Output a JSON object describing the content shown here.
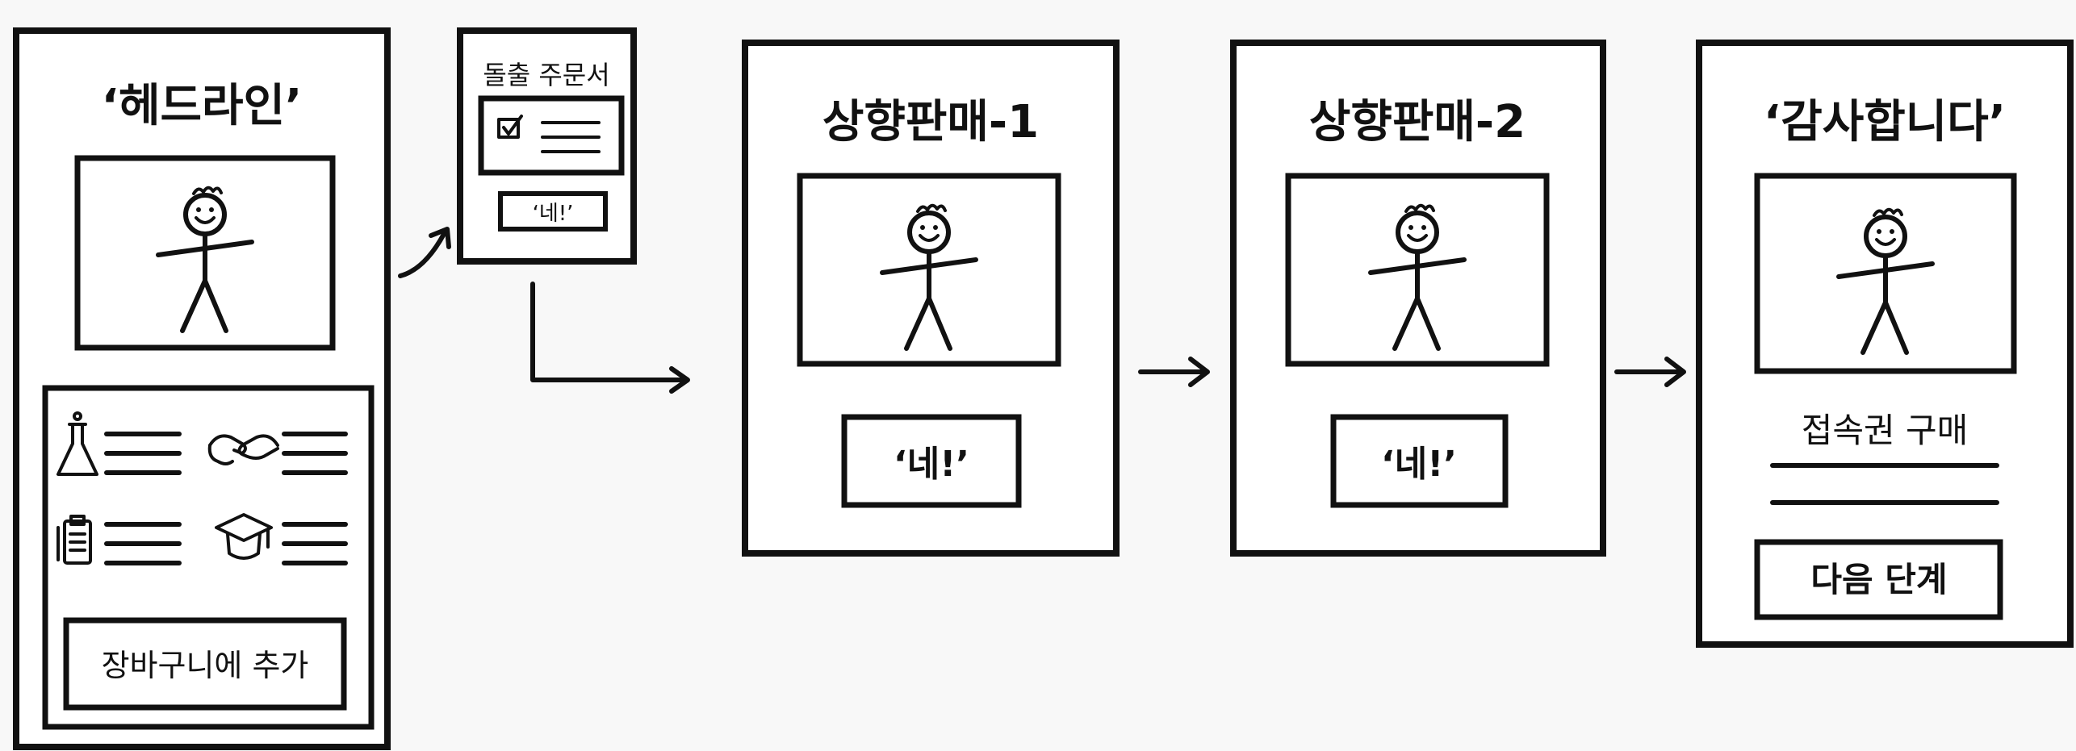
{
  "panels": {
    "landing": {
      "title": "‘헤드라인’",
      "button": "장바구니에 추가"
    },
    "order_form": {
      "title": "돌출 주문서",
      "button": "‘네!’"
    },
    "upsell_1": {
      "title": "상향판매-1",
      "button": "‘네!’"
    },
    "upsell_2": {
      "title": "상향판매-2",
      "button": "‘네!’"
    },
    "thank_you": {
      "title": "‘감사합니다’",
      "subtitle": "접속권 구매",
      "button": "다음 단계"
    }
  },
  "icons": {
    "stick_figure": "stick-figure-icon",
    "flask": "flask-icon",
    "handshake": "handshake-icon",
    "clipboard": "clipboard-icon",
    "graduation_cap": "graduation-cap-icon",
    "checkbox": "checkbox-icon"
  },
  "colors": {
    "stroke": "#111111",
    "background": "#f8f8f8",
    "panel": "#ffffff"
  }
}
